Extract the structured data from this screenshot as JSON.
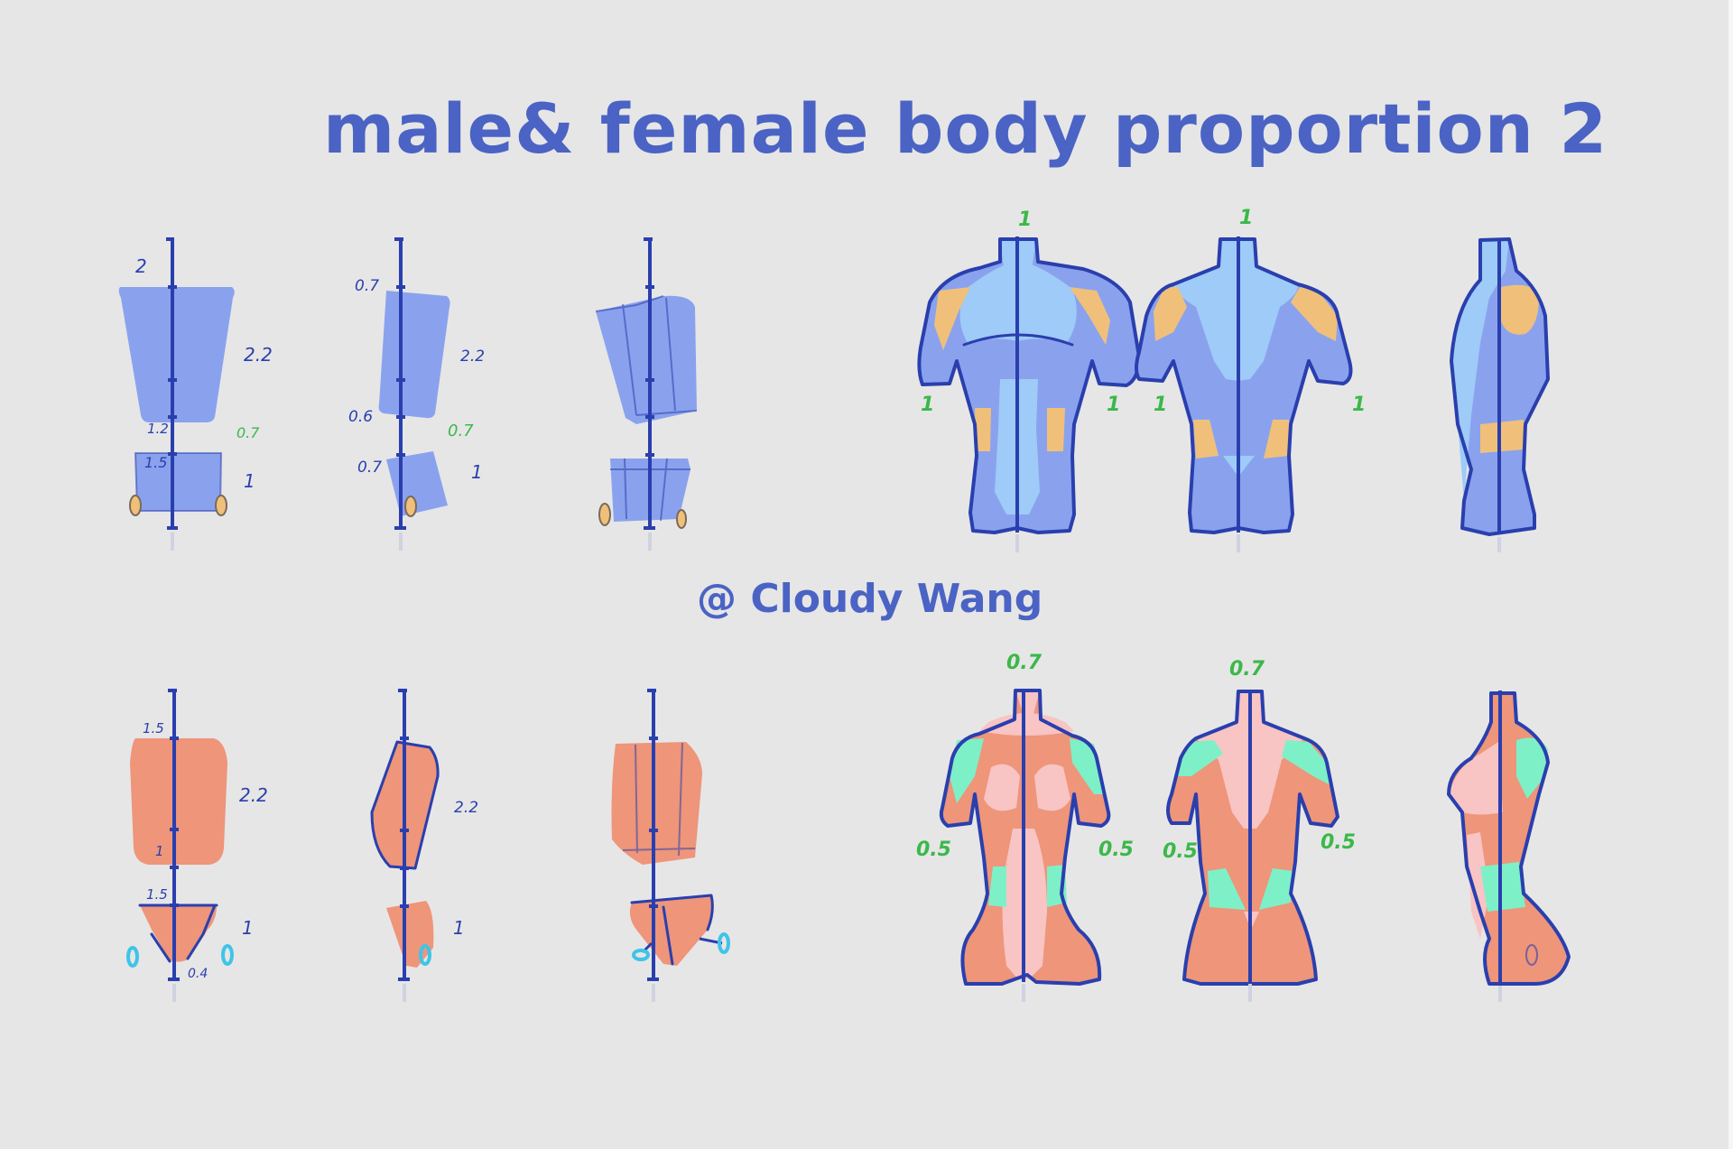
{
  "title": "male& female body proportion 2",
  "credit": "@ Cloudy Wang",
  "colors": {
    "background": "#e6e6e6",
    "title": "#4a63c4",
    "line": "#2a3fae",
    "male_fill": "#8aa2ee",
    "male_light": "#9ecbf7",
    "male_accent": "#f0c07a",
    "female_fill": "#ee957a",
    "female_light": "#f8c4c4",
    "female_accent": "#7ef0c8",
    "female_joint": "#3fc4e8",
    "ratio_label": "#2a3fae",
    "green_label": "#3bb84a"
  },
  "male_row": {
    "box_front": {
      "labels": {
        "chest_width": "2",
        "torso_height": "2.2",
        "waist": "1.2",
        "gap": "0.7",
        "pelvis_width": "1.5",
        "pelvis_height": "1"
      }
    },
    "box_side": {
      "labels": {
        "chest_depth": "0.7",
        "torso_height": "2.2",
        "waist_depth": "0.6",
        "gap": "0.7",
        "pelvis_depth": "0.7",
        "pelvis_height": "1"
      }
    },
    "box_three_quarter": {
      "labels": {}
    },
    "torso_front": {
      "labels": {
        "neck": "1",
        "left_arm": "1",
        "right_arm": "1"
      }
    },
    "torso_back": {
      "labels": {
        "neck": "1",
        "left_arm": "1",
        "right_arm": "1"
      }
    },
    "torso_side": {
      "labels": {}
    }
  },
  "female_row": {
    "box_front": {
      "labels": {
        "chest_width": "1.5",
        "torso_height": "2.2",
        "waist": "1",
        "pelvis_width": "1.5",
        "pelvis_height": "1",
        "crotch": "0.4"
      }
    },
    "box_side": {
      "labels": {
        "torso_height": "2.2",
        "pelvis_height": "1"
      }
    },
    "box_three_quarter": {
      "labels": {}
    },
    "torso_front": {
      "labels": {
        "neck": "0.7",
        "left_arm": "0.5",
        "right_arm": "0.5"
      }
    },
    "torso_back": {
      "labels": {
        "neck": "0.7",
        "left_arm": "0.5",
        "right_arm": "0.5"
      }
    },
    "torso_side": {
      "labels": {}
    }
  }
}
